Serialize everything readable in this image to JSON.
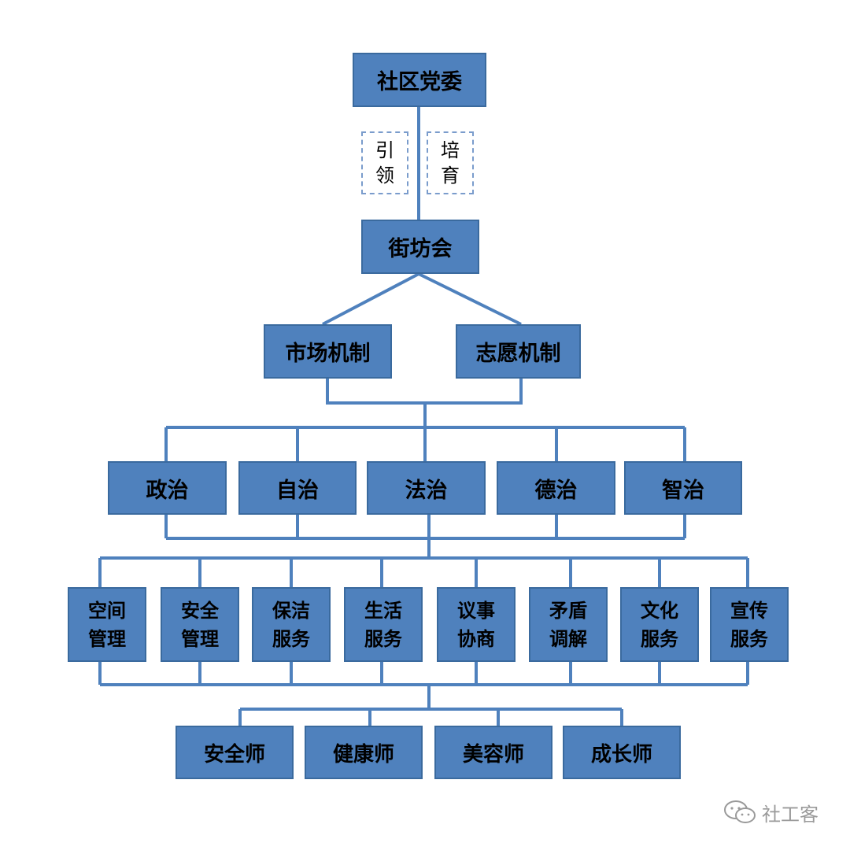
{
  "top": {
    "label": "社区党委"
  },
  "notes": [
    {
      "line1": "引",
      "line2": "领"
    },
    {
      "line1": "培",
      "line2": "育"
    }
  ],
  "hub": {
    "label": "街坊会"
  },
  "mechanisms": [
    {
      "label": "市场机制"
    },
    {
      "label": "志愿机制"
    }
  ],
  "governance": [
    {
      "label": "政治"
    },
    {
      "label": "自治"
    },
    {
      "label": "法治"
    },
    {
      "label": "德治"
    },
    {
      "label": "智治"
    }
  ],
  "services": [
    {
      "line1": "空间",
      "line2": "管理"
    },
    {
      "line1": "安全",
      "line2": "管理"
    },
    {
      "line1": "保洁",
      "line2": "服务"
    },
    {
      "line1": "生活",
      "line2": "服务"
    },
    {
      "line1": "议事",
      "line2": "协商"
    },
    {
      "line1": "矛盾",
      "line2": "调解"
    },
    {
      "line1": "文化",
      "line2": "服务"
    },
    {
      "line1": "宣传",
      "line2": "服务"
    }
  ],
  "roles": [
    {
      "label": "安全师"
    },
    {
      "label": "健康师"
    },
    {
      "label": "美容师"
    },
    {
      "label": "成长师"
    }
  ],
  "watermark": {
    "text": "社工客",
    "icon": "wechat-icon"
  },
  "colors": {
    "box": "#4f81bd",
    "line": "#4f81bd",
    "dashed": "#7a9ccc"
  }
}
